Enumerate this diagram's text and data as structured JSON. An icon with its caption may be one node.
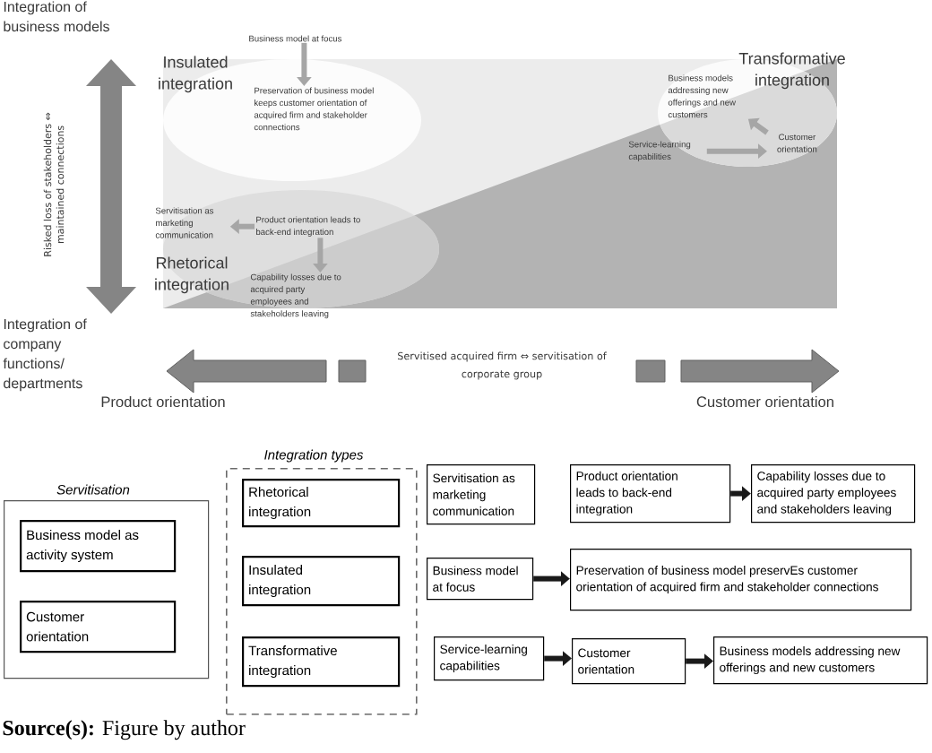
{
  "diagram": {
    "nodes": [
      {
        "text": [
          "Insulated integration"
        ]
      },
      {
        "text": [
          "Business model at focus"
        ]
      },
      {
        "text": [
          "Preservation of business model keeps customer orientation of acquired firm and stakeholder connections"
        ],
        "in": 0
      },
      {
        "text": [
          "Transformative integration"
        ]
      },
      {
        "text": [
          "Business models addressing new offerings and new customers"
        ],
        "in": 3
      },
      {
        "text": [
          "Customer orientation"
        ],
        "in": 3
      },
      {
        "text": [
          "Service-learning capabilities"
        ]
      },
      {
        "text": [
          "Rhetorical integration"
        ]
      },
      {
        "text": [
          "Servitisation as marketing communication"
        ]
      },
      {
        "text": [
          "Product orientation leads to back-end integration"
        ],
        "in": 7
      },
      {
        "text": [
          "Capability losses due to acquired party employees and stakeholders leaving"
        ]
      },
      {
        "text": [
          "Servitisation"
        ]
      },
      {
        "text": [
          "Business model as activity system"
        ],
        "in": 11
      },
      {
        "text": [
          "Customer orientation"
        ],
        "in": 11
      },
      {
        "text": [
          "Integration types"
        ]
      },
      {
        "text": [
          "Rhetorical integration"
        ],
        "in": 14
      },
      {
        "text": [
          "Insulated integration"
        ],
        "in": 14
      },
      {
        "text": [
          "Transformative integration"
        ],
        "in": 14
      },
      {
        "text": [
          "Servitisation as marketing communication"
        ]
      },
      {
        "text": [
          "Product orientation leads to back-end integration"
        ]
      },
      {
        "text": [
          "Capability losses due to acquired party employees and stakeholders leaving"
        ]
      },
      {
        "text": [
          "Business model at focus"
        ]
      },
      {
        "text": [
          "Preservation of business model preservEs customer orientation of acquired firm and stakeholder connections"
        ]
      },
      {
        "text": [
          "Service-learning capabilities"
        ]
      },
      {
        "text": [
          "Customer orientation"
        ]
      },
      {
        "text": [
          "Business models addressing new offerings and new customers"
        ]
      }
    ],
    "edges": [
      {
        "from": 1,
        "to": 2,
        "arrow": "to",
        "color": "#a6a6a6"
      },
      {
        "from": 9,
        "to": 8,
        "arrow": "to",
        "color": "#a6a6a6"
      },
      {
        "from": 9,
        "to": 10,
        "arrow": "to",
        "color": "#a6a6a6"
      },
      {
        "from": 6,
        "to": 5,
        "arrow": "to",
        "color": "#a6a6a6"
      },
      {
        "from": 5,
        "to": 4,
        "arrow": "to",
        "color": "#a6a6a6"
      },
      {
        "from": 19,
        "to": 20,
        "arrow": "to",
        "color": "#1a1a1a"
      },
      {
        "from": 21,
        "to": 22,
        "arrow": "to",
        "color": "#1a1a1a"
      },
      {
        "from": 23,
        "to": 24,
        "arrow": "to",
        "color": "#1a1a1a"
      },
      {
        "from": 24,
        "to": 25,
        "arrow": "to",
        "color": "#1a1a1a"
      }
    ],
    "labels": [
      "Integration of business models",
      "Risked loss of stakeholders ⇔ maintained connections",
      "Integration of company functions/ departments",
      "Servitised acquired firm ⇔ servitisation of corporate group",
      "Product orientation",
      "Customer orientation"
    ],
    "caption": "**Source(s):** Figure by author"
  }
}
